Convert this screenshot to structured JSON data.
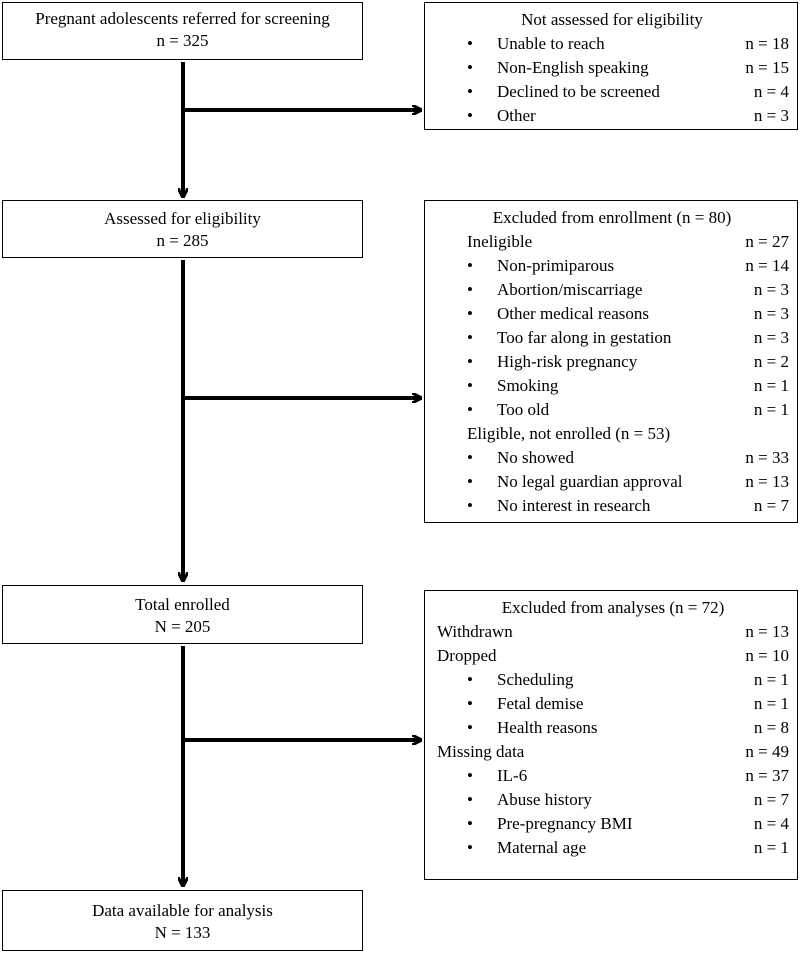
{
  "main_boxes": [
    {
      "title": "Pregnant adolescents referred for screening",
      "count": "n = 325"
    },
    {
      "title": "Assessed for eligibility",
      "count": "n = 285"
    },
    {
      "title": "Total enrolled",
      "count": "N = 205"
    },
    {
      "title": "Data available for analysis",
      "count": "N = 133"
    }
  ],
  "not_assessed": {
    "title": "Not assessed for eligibility",
    "items": [
      {
        "label": "Unable to reach",
        "count": "n = 18"
      },
      {
        "label": "Non-English speaking",
        "count": "n = 15"
      },
      {
        "label": "Declined to be screened",
        "count": "n = 4"
      },
      {
        "label": "Other",
        "count": "n = 3"
      }
    ]
  },
  "excluded_enrollment": {
    "title": "Excluded from enrollment (n = 80)",
    "ineligible_label": "Ineligible",
    "ineligible_count": "n = 27",
    "ineligible_items": [
      {
        "label": "Non-primiparous",
        "count": "n = 14"
      },
      {
        "label": "Abortion/miscarriage",
        "count": "n = 3"
      },
      {
        "label": "Other medical reasons",
        "count": "n = 3"
      },
      {
        "label": "Too far along in gestation",
        "count": "n = 3"
      },
      {
        "label": "High-risk pregnancy",
        "count": "n = 2"
      },
      {
        "label": "Smoking",
        "count": "n = 1"
      },
      {
        "label": "Too old",
        "count": "n = 1"
      }
    ],
    "eligible_label": "Eligible, not enrolled (n = 53)",
    "eligible_items": [
      {
        "label": "No showed",
        "count": "n = 33"
      },
      {
        "label": "No legal guardian approval",
        "count": "n = 13"
      },
      {
        "label": "No interest in research",
        "count": "n = 7"
      }
    ]
  },
  "excluded_analyses": {
    "title": "Excluded from analyses (n = 72)",
    "withdrawn_label": "Withdrawn",
    "withdrawn_count": "n = 13",
    "dropped_label": "Dropped",
    "dropped_count": "n = 10",
    "dropped_items": [
      {
        "label": "Scheduling",
        "count": "n = 1"
      },
      {
        "label": "Fetal demise",
        "count": "n = 1"
      },
      {
        "label": "Health reasons",
        "count": "n = 8"
      }
    ],
    "missing_label": "Missing data",
    "missing_count": "n = 49",
    "missing_items": [
      {
        "label": "IL-6",
        "count": "n = 37"
      },
      {
        "label": "Abuse history",
        "count": "n = 7"
      },
      {
        "label": "Pre-pregnancy BMI",
        "count": "n = 4"
      },
      {
        "label": "Maternal age",
        "count": "n = 1"
      }
    ]
  },
  "bullet": "•"
}
